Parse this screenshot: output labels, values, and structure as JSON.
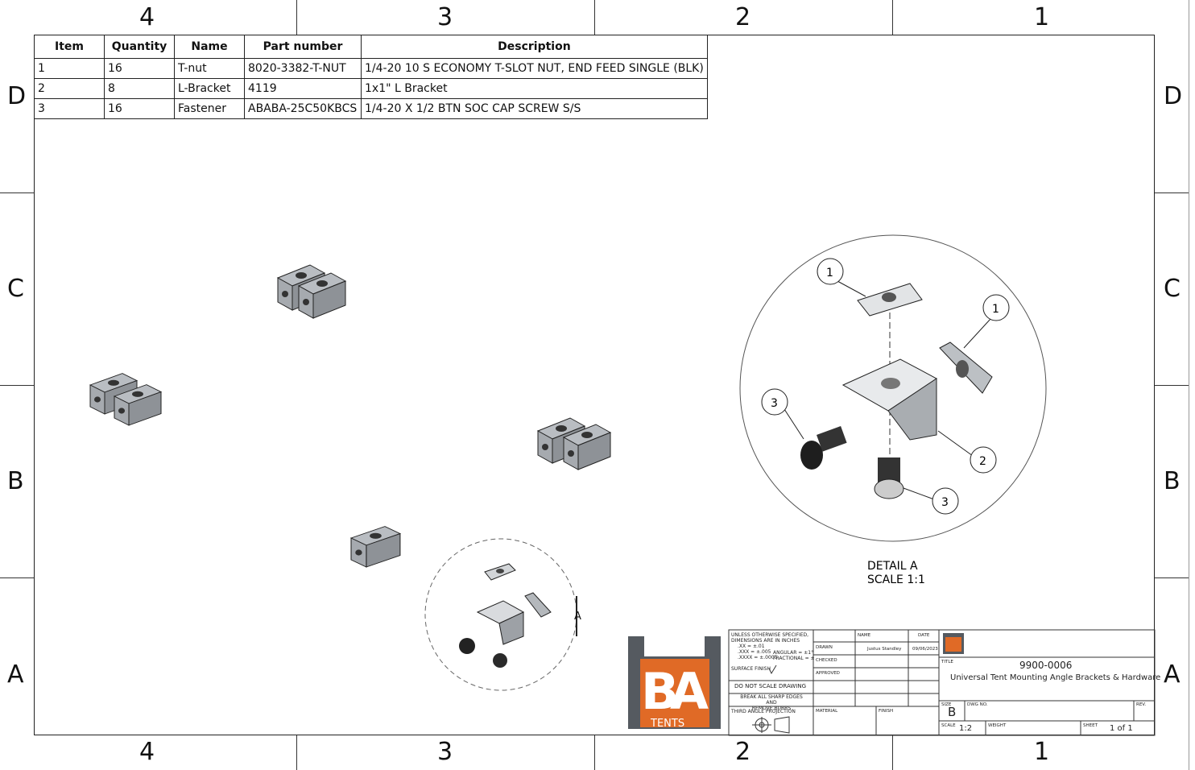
{
  "zones": {
    "columns": [
      "4",
      "3",
      "2",
      "1"
    ],
    "rows": [
      "D",
      "C",
      "B",
      "A"
    ]
  },
  "bom": {
    "headers": [
      "Item",
      "Quantity",
      "Name",
      "Part number",
      "Description"
    ],
    "rows": [
      [
        "1",
        "16",
        "T-nut",
        "8020-3382-T-NUT",
        "1/4-20 10 S ECONOMY T-SLOT NUT, END FEED SINGLE (BLK)"
      ],
      [
        "2",
        "8",
        "L-Bracket",
        "4119",
        "1x1\" L Bracket"
      ],
      [
        "3",
        "16",
        "Fastener",
        "ABABA-25C50KBCS",
        "1/4-20 X 1/2 BTN SOC CAP SCREW S/S"
      ]
    ]
  },
  "detail": {
    "callouts": [
      "1",
      "1",
      "3",
      "2",
      "3"
    ],
    "caption_line1": "DETAIL A",
    "caption_line2": "SCALE 1:1",
    "marker": "A"
  },
  "logo": {
    "letters": "BA",
    "word": "TENTS",
    "accent": "#e06a26",
    "dark": "#555a60"
  },
  "titleblock": {
    "notes": [
      "UNLESS OTHERWISE SPECIFIED,",
      "DIMENSIONS ARE IN INCHES",
      ".XX = ±.01",
      ".XXX = ±.005",
      ".XXXX = ±.0005",
      "ANGULAR = ±1°",
      "FRACTIONAL = ±",
      "SURFACE FINISH"
    ],
    "do_not_scale": "DO NOT SCALE DRAWING",
    "break_edges_1": "BREAK ALL SHARP EDGES AND",
    "break_edges_2": "REMOVE BURRS",
    "projection": "THIRD ANGLE PROJECTION",
    "hdr_name": "NAME",
    "hdr_date": "DATE",
    "drawn": "DRAWN",
    "drawn_name": "Justus Standley",
    "drawn_date": "09/06/2023",
    "checked": "CHECKED",
    "approved": "APPROVED",
    "material": "MATERIAL",
    "finish": "FINISH",
    "title_label": "TITLE",
    "part_no": "9900-0006",
    "title": "Universal Tent Mounting Angle Brackets & Hardware",
    "size_label": "SIZE",
    "size": "B",
    "dwg_label": "DWG NO.",
    "rev_label": "REV.",
    "scale_label": "SCALE",
    "scale": "1:2",
    "weight_label": "WEIGHT",
    "sheet_label": "SHEET",
    "sheet": "1 of 1"
  }
}
